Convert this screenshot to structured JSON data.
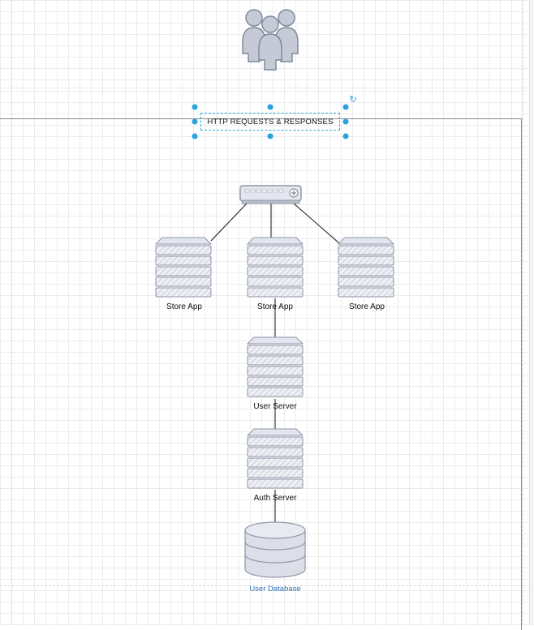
{
  "diagram": {
    "title_box": {
      "text": "HTTP REQUESTS & RESPONSES"
    },
    "nodes": {
      "users": {
        "icon": "users-group-icon"
      },
      "router": {
        "icon": "router-icon"
      },
      "store_app_1": {
        "label": "Store App",
        "icon": "server-rack-icon"
      },
      "store_app_2": {
        "label": "Store App",
        "icon": "server-rack-icon"
      },
      "store_app_3": {
        "label": "Store App",
        "icon": "server-rack-icon"
      },
      "user_server": {
        "label": "User Server",
        "icon": "server-rack-icon"
      },
      "auth_server": {
        "label": "Auth Server",
        "icon": "server-rack-icon"
      },
      "user_database": {
        "label": "User Database",
        "icon": "database-icon"
      }
    },
    "edges": [
      {
        "from": "router",
        "to": "store_app_1"
      },
      {
        "from": "router",
        "to": "store_app_2"
      },
      {
        "from": "router",
        "to": "store_app_3"
      },
      {
        "from": "store_app_2",
        "to": "user_server"
      },
      {
        "from": "user_server",
        "to": "auth_server"
      },
      {
        "from": "auth_server",
        "to": "user_database"
      }
    ],
    "colors": {
      "icon_fill": "#dcdfe8",
      "icon_stroke": "#8f96a8",
      "selection": "#29a3dd",
      "db_label": "#2f6fb5"
    }
  }
}
